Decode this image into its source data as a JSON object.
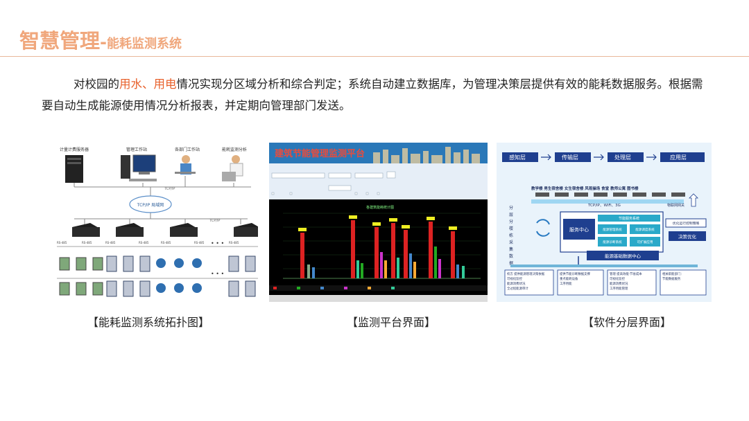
{
  "header": {
    "title_main": "智慧管理",
    "title_sep": "-",
    "title_sub": "能耗监测系统"
  },
  "intro": {
    "part1": "对校园的",
    "hl1": "用水、",
    "hl2": "用电",
    "part2": "情况实现分区域分析和综合判定；系统自动建立数据库，为管理决策层提供有效的能耗数据服务。根据需要自动生成能源使用情况分析报表，并定期向管理部门发送。"
  },
  "topology": {
    "top_labels": [
      "计量计费服务器",
      "管理工作站",
      "各部门工作站",
      "能耗监测分析"
    ],
    "network_label": "TCP/IP 局域网",
    "tcpip": "TCP/IP",
    "rs485": "RS-485",
    "dots": "• • •",
    "caption": "【能耗监测系统拓扑图】"
  },
  "platform": {
    "title": "建筑节能管理监测平台",
    "chart_title": "各建筑能耗统计图",
    "caption": "【监测平台界面】"
  },
  "layers": {
    "top": [
      "感知层",
      "传输层",
      "处理层",
      "应用层"
    ],
    "left_label": "分层分楼栋采集数据",
    "buildings": "教学楼  男生宿舍楼  女生宿舍楼  风雨操场  食堂  教师公寓  图书楼",
    "network": "TCP/IP、WiFi、3G",
    "iot": "物联网网关",
    "service_center": "服务中心",
    "energy_service": "节能服务系统",
    "boxes": [
      "能源管理系统",
      "能源调度系统",
      "能源诊断系统",
      "可扩展应用"
    ],
    "opt_control": "优化运行控制策略",
    "decision": "决策优化",
    "db_center": "能源基础数据中心",
    "bottom": [
      "校方  提供能源管理决策依据\n可视化监控\n能源消费状况\n全过程能源审计",
      "提供节能诊断数据支撑\n重点能耗设备\n工序用能",
      "管理  提高效能·节省成本\n可视化监控\n能源消费状况\n工序用能管理",
      "相关职能部门：\n节能数据服务"
    ],
    "caption": "【软件分层界面】"
  }
}
